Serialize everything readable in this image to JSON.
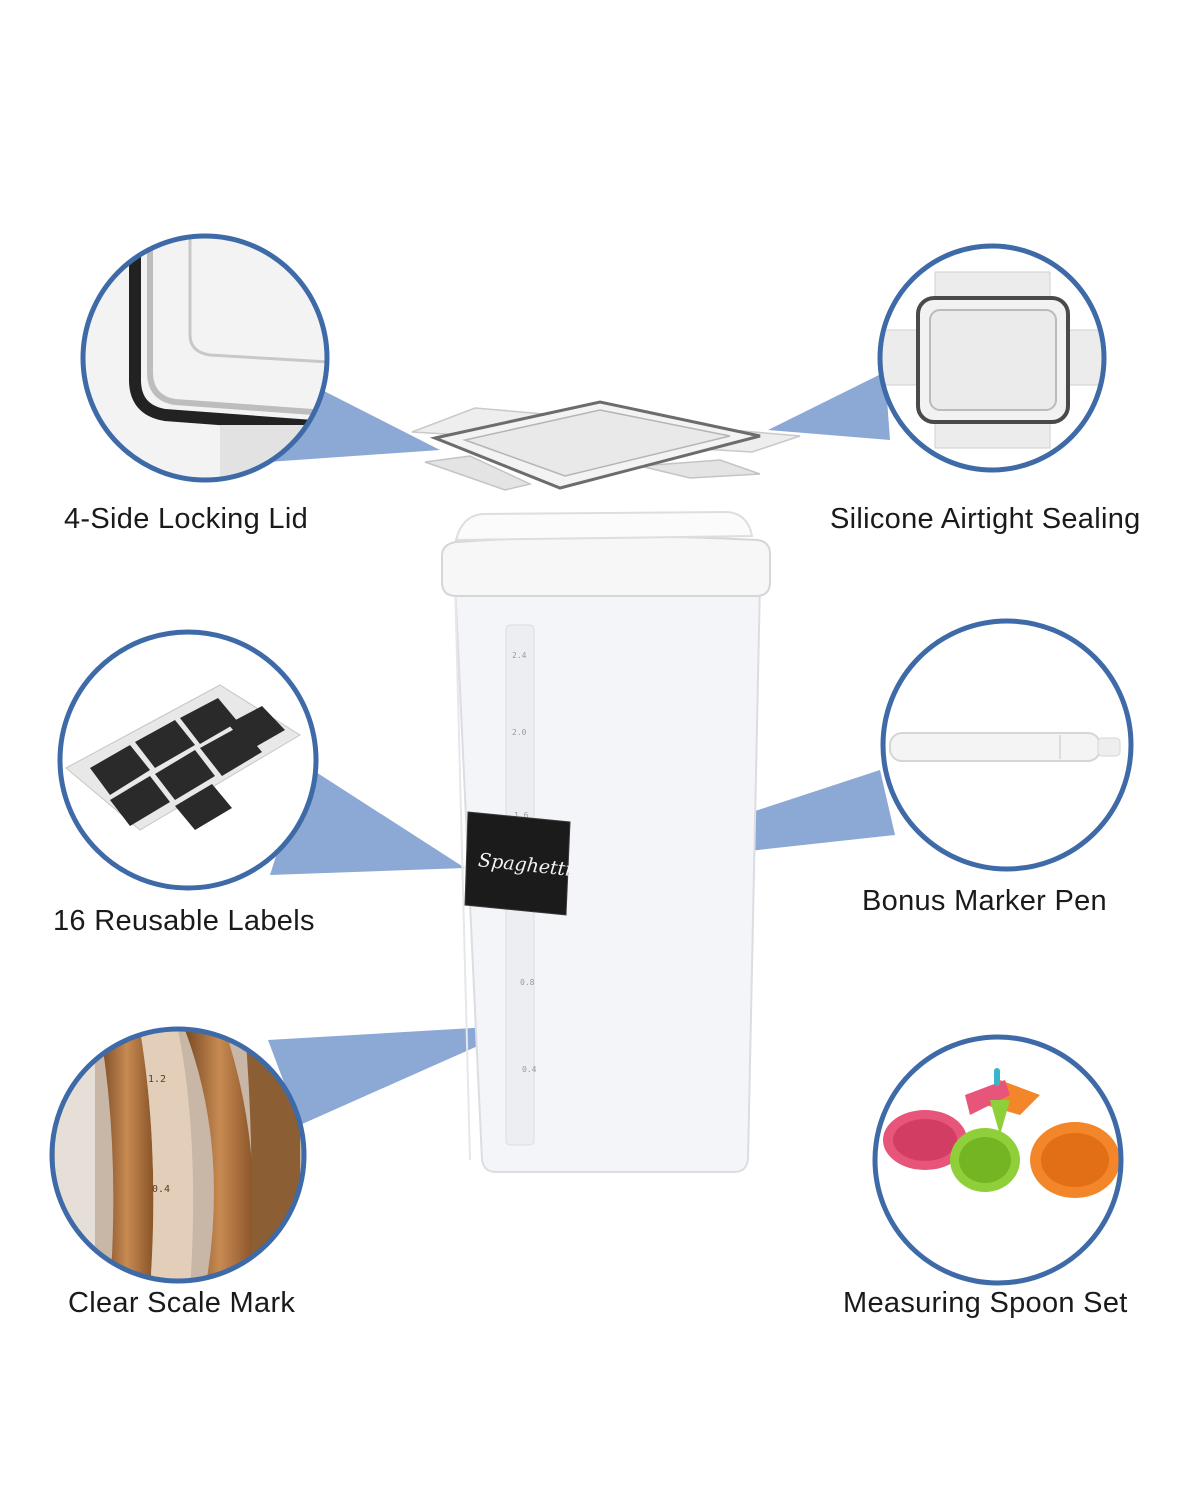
{
  "features": [
    {
      "id": "lid",
      "label": "4-Side Locking Lid"
    },
    {
      "id": "seal",
      "label": "Silicone Airtight Sealing"
    },
    {
      "id": "labels",
      "label": "16 Reusable Labels"
    },
    {
      "id": "pen",
      "label": "Bonus Marker Pen"
    },
    {
      "id": "scale",
      "label": "Clear Scale Mark"
    },
    {
      "id": "spoons",
      "label": "Measuring Spoon Set"
    }
  ],
  "container": {
    "label_text": "Spaghetti",
    "scale_marks": [
      "2.4",
      "2.0",
      "1.6",
      "0.8",
      "0.4"
    ]
  },
  "scale_closeup_marks": [
    "1.2",
    "0.4"
  ],
  "colors": {
    "circle_border": "#3f6aa8",
    "callout": "#7f9fd0",
    "text": "#1a1a1a",
    "spoon_pink": "#e8557a",
    "spoon_green": "#8fcf3a",
    "spoon_orange": "#f4862a"
  }
}
